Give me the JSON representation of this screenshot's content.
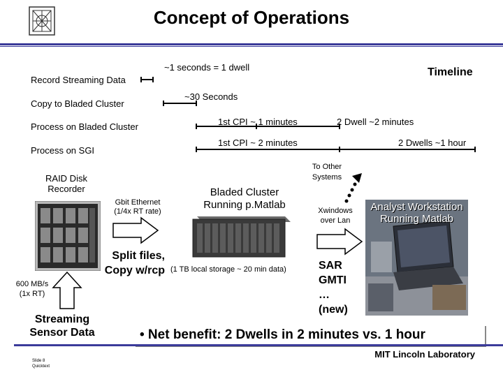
{
  "slide": {
    "title": "Concept of Operations",
    "footer_org": "MIT Lincoln Laboratory",
    "slide_num": "Slide 8",
    "footer_small": "Quicktext"
  },
  "timeline": {
    "heading": "Timeline",
    "rows": [
      {
        "label": "Record Streaming Data",
        "note": "~1 seconds = 1 dwell"
      },
      {
        "label": "Copy to Bladed Cluster",
        "note": "~30 Seconds"
      },
      {
        "label": "Process on Bladed Cluster",
        "note": "1st CPI ~ 1 minutes",
        "note2": "2 Dwell ~2 minutes"
      },
      {
        "label": "Process on SGI",
        "note": "1st CPI ~ 2 minutes",
        "note2": "2 Dwells ~1 hour"
      }
    ]
  },
  "diagram": {
    "raid_label_1": "RAID Disk",
    "raid_label_2": "Recorder",
    "gbit_1": "Gbit Ethernet",
    "gbit_2": "(1/4x RT rate)",
    "rate_1": "600 MB/s",
    "rate_2": "(1x RT)",
    "stream_1": "Streaming",
    "stream_2": "Sensor Data",
    "split_1": "Split files,",
    "split_2": "Copy w/rcp",
    "storage": "(1 TB local storage ~ 20 min data)",
    "cluster_1": "Bladed Cluster",
    "cluster_2": "Running p.Matlab",
    "other_1": "To Other",
    "other_2": "Systems",
    "xwin_1": "Xwindows",
    "xwin_2": "over Lan",
    "analyst_1": "Analyst Workstation",
    "analyst_2": "Running Matlab",
    "out_1": "SAR",
    "out_2": "GMTI",
    "out_3": "…",
    "out_4": "(new)"
  },
  "benefit": "•  Net benefit: 2 Dwells in 2 minutes vs. 1 hour"
}
